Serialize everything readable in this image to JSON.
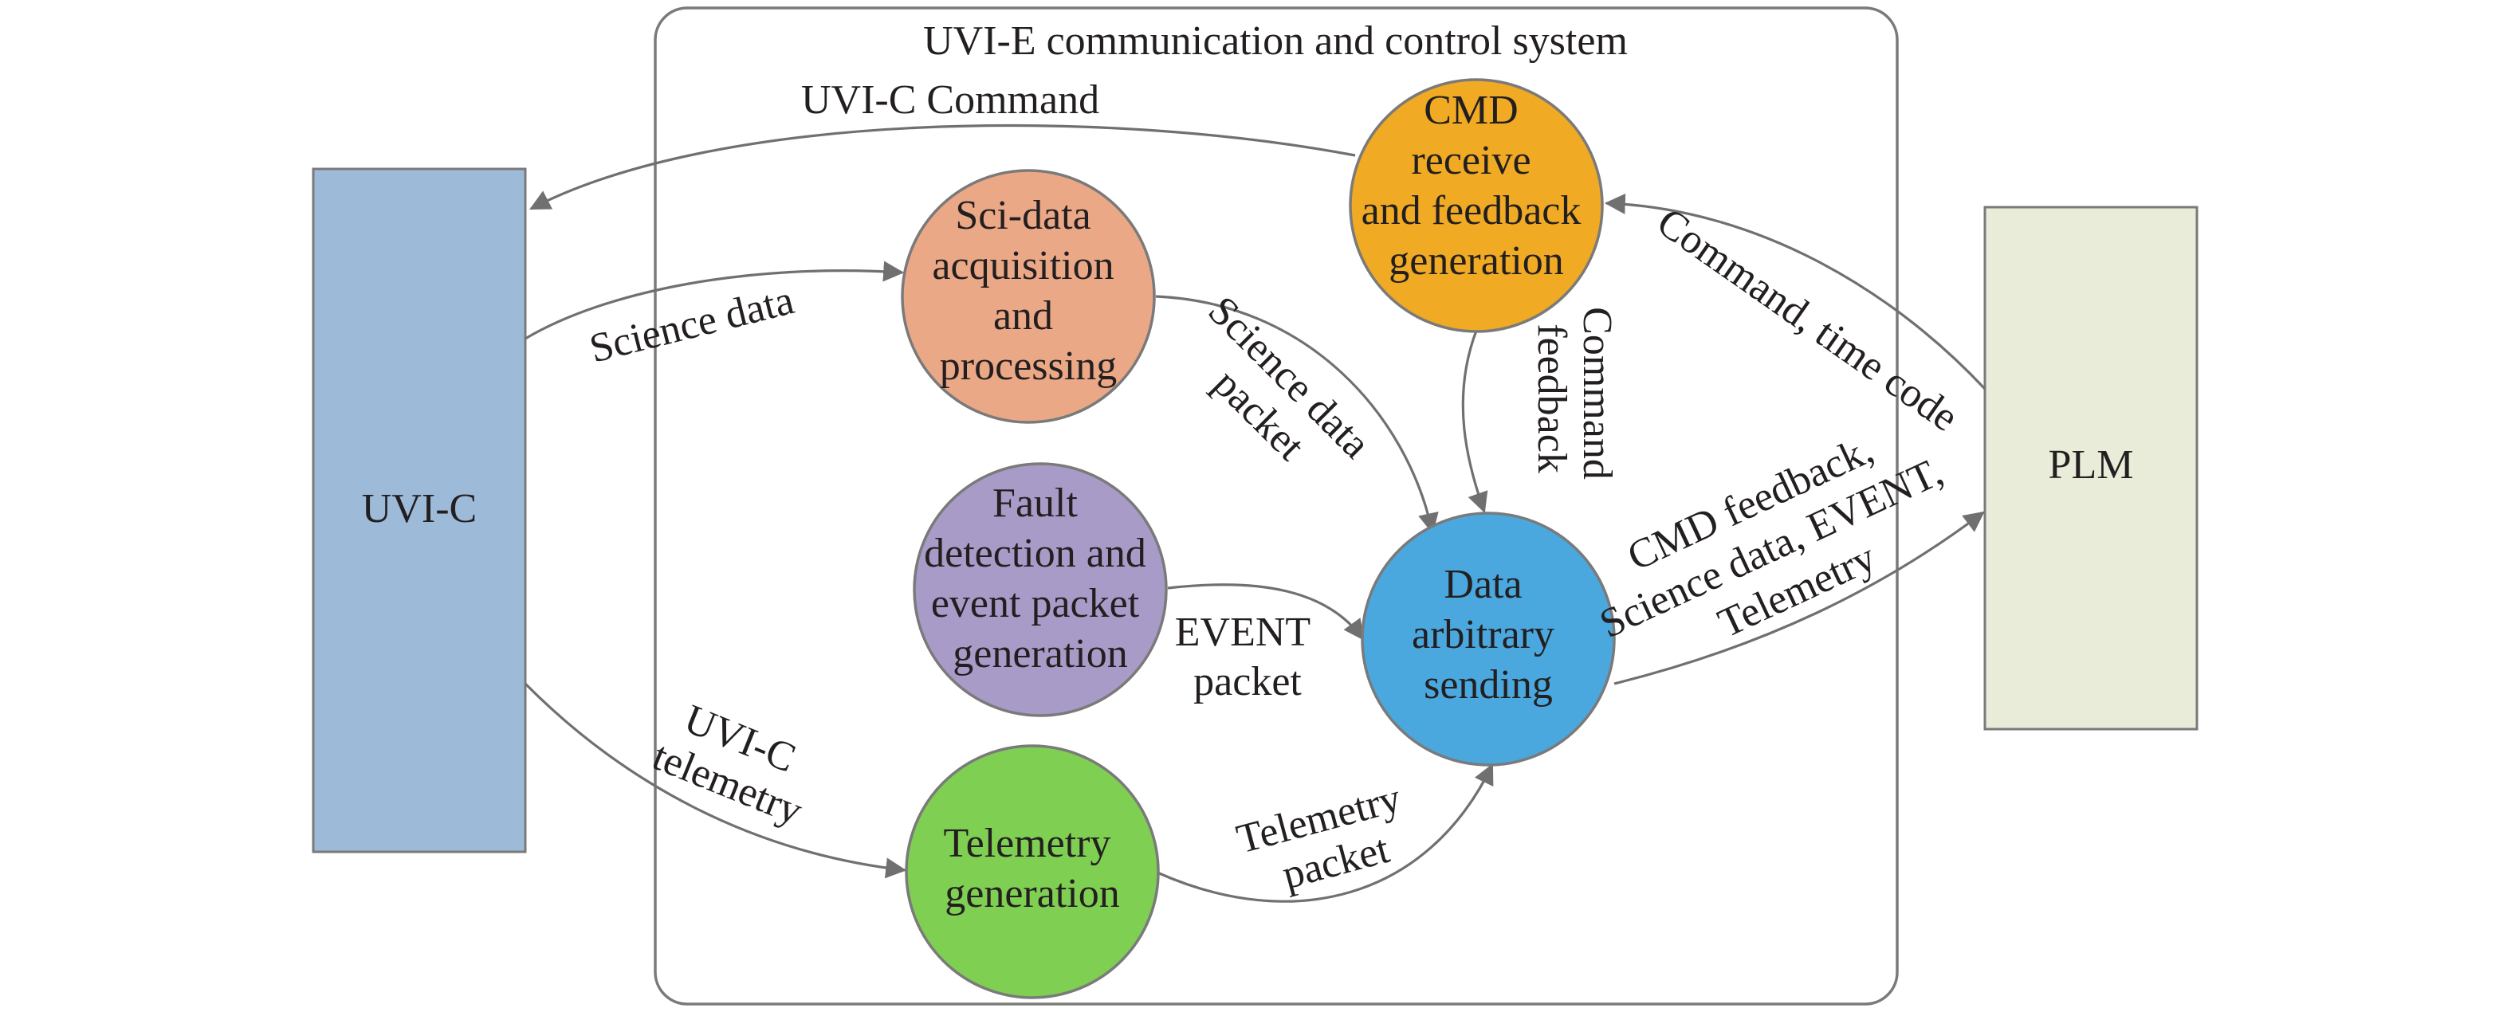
{
  "title": "UVI-E communication and control system",
  "colors": {
    "uvic": "#9dbbd9",
    "plm": "#e8ecd8",
    "cmd": "#f0aa23",
    "scidata": "#eaa886",
    "fault": "#a99bc7",
    "telemetry": "#7fcf52",
    "arbitrary": "#4aa8df",
    "edge": "#707070",
    "system_border": "#7a7a7a"
  },
  "nodes": {
    "uvic": {
      "lines": [
        "UVI-C"
      ]
    },
    "plm": {
      "lines": [
        "PLM"
      ]
    },
    "cmd": {
      "lines": [
        "CMD",
        "receive",
        "and feedback",
        "generation"
      ]
    },
    "scidata": {
      "lines": [
        "Sci-data",
        "acquisition",
        "and",
        "processing"
      ]
    },
    "fault": {
      "lines": [
        "Fault",
        "detection and",
        "event packet",
        "generation"
      ]
    },
    "telemetry": {
      "lines": [
        "Telemetry",
        "generation"
      ]
    },
    "arbitrary": {
      "lines": [
        "Data",
        "arbitrary",
        "sending"
      ]
    }
  },
  "edges": {
    "uvic_command": [
      "UVI-C Command"
    ],
    "science_data": [
      "Science data"
    ],
    "science_packet": [
      "Science data",
      "packet"
    ],
    "command_feedback": [
      "Command",
      "feedback"
    ],
    "command_timecode": [
      "Command, time code"
    ],
    "event_packet": [
      "EVENT",
      "packet"
    ],
    "uvic_telemetry": [
      "UVI-C",
      "telemetry"
    ],
    "telemetry_packet": [
      "Telemetry",
      "packet"
    ],
    "to_plm": [
      "CMD feedback,",
      "Science data, EVENT,",
      "Telemetry"
    ]
  }
}
